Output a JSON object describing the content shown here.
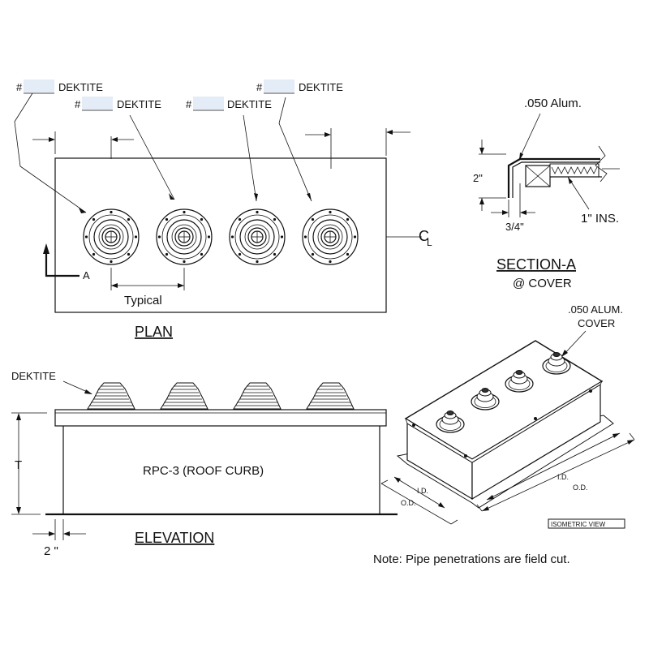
{
  "labels": {
    "hash": "#",
    "dektite": "DEKTITE",
    "dektite_elev": "DEKTITE",
    "typical": "Typical",
    "section_marker": "A",
    "centerline": "C",
    "centerline_sub": "L",
    "plan_title": "PLAN",
    "section_title": "SECTION-A",
    "section_sub": "@ COVER",
    "alum_050": ".050 Alum.",
    "dim_2in": "2\"",
    "dim_3_4": "3/4\"",
    "insulation": "1\" INS.",
    "iso_cover_line1": ".050 ALUM.",
    "iso_cover_line2": "COVER",
    "elev_title": "ELEVATION",
    "curb_label": "RPC-3 (ROOF CURB)",
    "dim_T": "T",
    "dim_2in_elev": "2 \"",
    "id_short": "I.D.",
    "od_short": "O.D.",
    "id_long": "I.D.",
    "od_long": "O.D.",
    "iso_view": "ISOMETRIC VIEW",
    "note": "Note:  Pipe penetrations are field cut."
  }
}
